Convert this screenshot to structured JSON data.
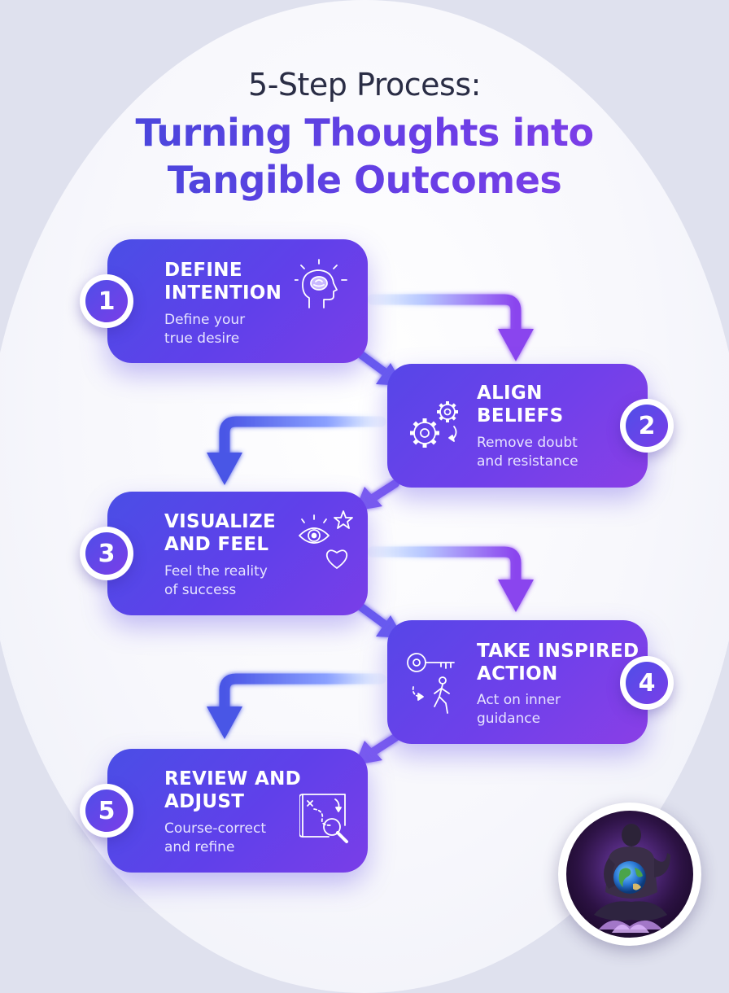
{
  "title": {
    "line1": "5-Step Process:",
    "line2": "Turning Thoughts into",
    "line3": "Tangible Outcomes"
  },
  "steps": [
    {
      "number": "1",
      "title": "DEFINE\nINTENTION",
      "desc": "Define your\ntrue desire",
      "icon": "brain-head-icon"
    },
    {
      "number": "2",
      "title": "ALIGN\nBELIEFS",
      "desc": "Remove doubt\nand resistance",
      "icon": "gears-icon"
    },
    {
      "number": "3",
      "title": "VISUALIZE\nAND FEEL",
      "desc": "Feel the reality\nof success",
      "icon": "eye-star-heart-icon"
    },
    {
      "number": "4",
      "title": "TAKE INSPIRED\nACTION",
      "desc": "Act on inner\nguidance",
      "icon": "key-walking-person-icon"
    },
    {
      "number": "5",
      "title": "REVIEW AND\nADJUST",
      "desc": "Course-correct\nand refine",
      "icon": "map-magnifier-icon"
    }
  ],
  "colors": {
    "accent_blue": "#4a4ee6",
    "accent_purple": "#8b3fe8",
    "arrow_light": "#bcd6ff"
  },
  "avatar": {
    "icon": "meditating-figure-globe-icon"
  }
}
